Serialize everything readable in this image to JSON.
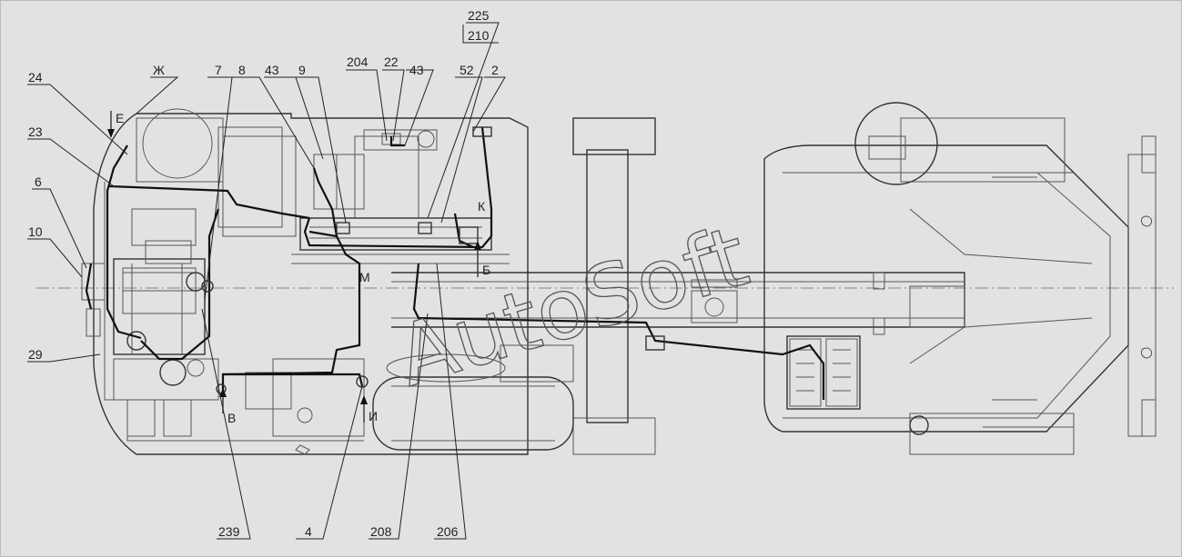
{
  "callouts": {
    "c24": "24",
    "c23": "23",
    "c6": "6",
    "c10": "10",
    "c29": "29",
    "cZh": "Ж",
    "c7": "7",
    "c8": "8",
    "c43a": "43",
    "c9": "9",
    "c204": "204",
    "c22": "22",
    "c43b": "43",
    "c225": "225",
    "c210": "210",
    "c52": "52",
    "c2": "2",
    "c239": "239",
    "c4": "4",
    "c208": "208",
    "c206": "206"
  },
  "view_markers": {
    "E": "Е",
    "V": "В",
    "I": "И",
    "K": "К",
    "B": "Б",
    "M": "М"
  },
  "watermark": "AutoSoft"
}
